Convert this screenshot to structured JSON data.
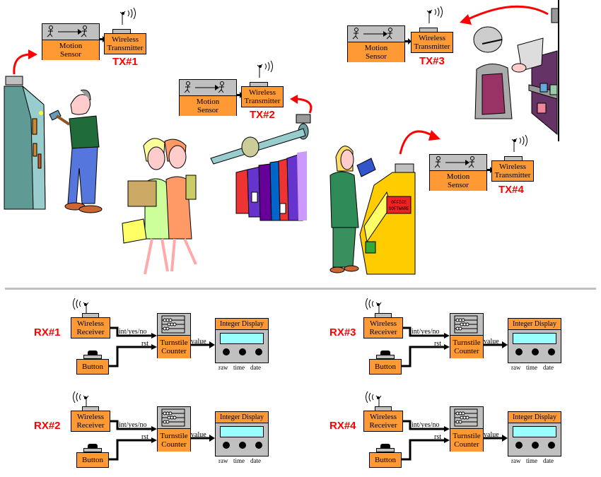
{
  "transmitters": [
    {
      "id": "tx1",
      "label": "TX#1",
      "sensor": {
        "line1": "Motion",
        "line2": "Sensor"
      },
      "device": {
        "line1": "Wireless",
        "line2": "Transmitter"
      }
    },
    {
      "id": "tx2",
      "label": "TX#2",
      "sensor": {
        "line1": "Motion",
        "line2": "Sensor"
      },
      "device": {
        "line1": "Wireless",
        "line2": "Transmitter"
      }
    },
    {
      "id": "tx3",
      "label": "TX#3",
      "sensor": {
        "line1": "Motion",
        "line2": "Sensor"
      },
      "device": {
        "line1": "Wireless",
        "line2": "Transmitter"
      }
    },
    {
      "id": "tx4",
      "label": "TX#4",
      "sensor": {
        "line1": "Motion",
        "line2": "Sensor"
      },
      "device": {
        "line1": "Wireless",
        "line2": "Transmitter"
      }
    }
  ],
  "scenes": [
    {
      "name": "arcade-machine-with-man-hammering",
      "icon": "man-hammer-machine-illustration"
    },
    {
      "name": "two-women-shopping",
      "icon": "shoppers-illustration"
    },
    {
      "name": "clothes-rack",
      "icon": "clothes-rack-illustration"
    },
    {
      "name": "woman-at-software-kiosk",
      "icon": "kiosk-illustration",
      "sign_line1": "OFFICE",
      "sign_line2": "SOFTWARE"
    },
    {
      "name": "man-reading-magazine-rack",
      "icon": "magazine-rack-illustration"
    }
  ],
  "receivers": [
    {
      "id": "rx1",
      "label": "RX#1"
    },
    {
      "id": "rx2",
      "label": "RX#2"
    },
    {
      "id": "rx3",
      "label": "RX#3"
    },
    {
      "id": "rx4",
      "label": "RX#4"
    }
  ],
  "receiver_chain": {
    "receiver": {
      "line1": "Wireless",
      "line2": "Receiver"
    },
    "button": "Button",
    "counter": {
      "line1": "Turnstile",
      "line2": "Counter"
    },
    "display": {
      "title": "Integer Display",
      "knobs": [
        "raw",
        "time",
        "date"
      ]
    },
    "signals": {
      "receiver_out": "int/yes/no",
      "button_out": "rst",
      "counter_out": "value"
    }
  },
  "colors": {
    "block_orange": "#ff9933",
    "block_gray": "#c0c0c0",
    "label_red": "#ff0000",
    "screen_cyan": "#99ffff",
    "divider": "#c0c0c0"
  }
}
